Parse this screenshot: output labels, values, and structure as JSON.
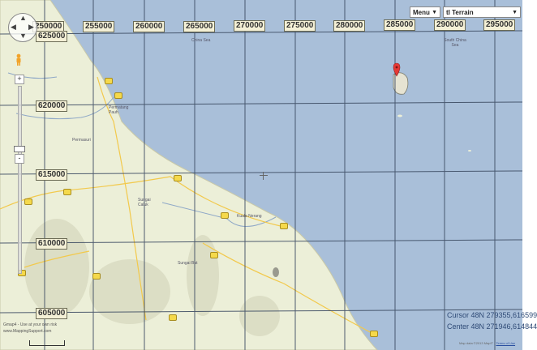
{
  "map": {
    "easting_labels": [
      "250000",
      "255000",
      "260000",
      "265000",
      "270000",
      "275000",
      "280000",
      "285000",
      "290000",
      "295000"
    ],
    "northing_labels": [
      "625000",
      "620000",
      "615000",
      "610000",
      "605000"
    ],
    "places": [
      "China Sea",
      "South China Sea",
      "Permatang Pauh",
      "Permasuri",
      "Sungai Caluk",
      "Sungai Bat",
      "Kuala Nerang"
    ],
    "water_color": "#a9bfd9",
    "land_color": "#ecefd8",
    "grid_color": "#3d4c63"
  },
  "controls": {
    "menu_label": "Menu",
    "map_type_label": "Terrain",
    "map_type_prefix": "tl",
    "zoom_in": "+",
    "zoom_out": "-"
  },
  "readouts": {
    "cursor": "Cursor 48N  279355,616599",
    "center": "Center 48N  271946,614844"
  },
  "footer": {
    "line1": "Gmap4 - Use at your own risk",
    "line2": "www.MappingSupport.com",
    "map_data": "Map data ©2013 MapIT -",
    "terms": "Terms of Use"
  }
}
